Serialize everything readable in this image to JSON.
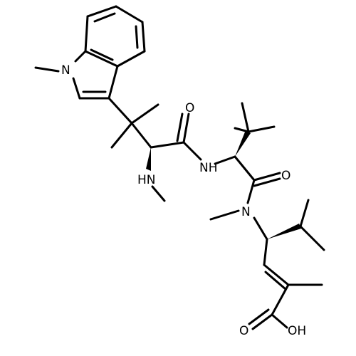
{
  "molecule": {
    "atom_labels": {
      "n_indole": "N",
      "o_amide_1": "O",
      "nh_amide": "NH",
      "nh_amine": "HN",
      "o_amide_2": "O",
      "n_methyl_amide": "N",
      "o_acid": "O",
      "oh_acid": "OH"
    },
    "colors": {
      "bond": "#000000",
      "label": "#000000",
      "background": "#ffffff"
    }
  }
}
